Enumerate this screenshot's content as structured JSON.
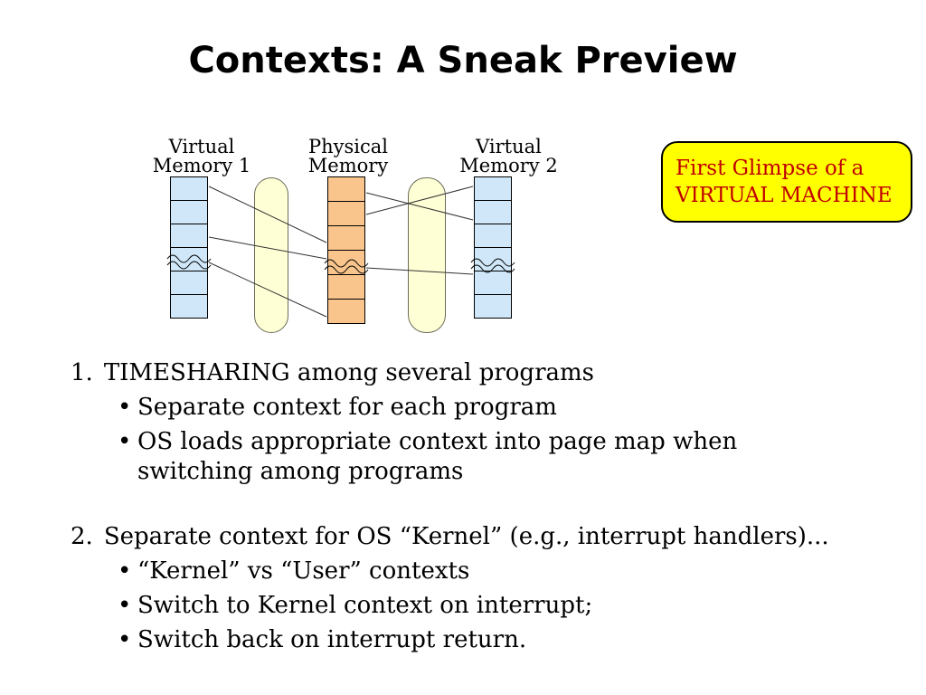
{
  "title": "Contexts: A Sneak Preview",
  "diagram": {
    "columns": [
      {
        "label_line1": "Virtual",
        "label_line2": "Memory 1"
      },
      {
        "label_line1": "Physical",
        "label_line2": "Memory"
      },
      {
        "label_line1": "Virtual",
        "label_line2": "Memory 2"
      }
    ],
    "colors": {
      "virtual_memory_cell": "#cfe7f8",
      "physical_memory_cell": "#f9c58d",
      "page_map_capsule": "#ffffd6"
    }
  },
  "callout": {
    "line1": "First Glimpse of a",
    "line2": "VIRTUAL MACHINE",
    "text_color": "#c00000",
    "background_color": "#ffff00"
  },
  "list": {
    "bullet_char": "•",
    "item1": {
      "number": "1.",
      "text": "TIMESHARING among several programs",
      "bullets": [
        "Separate context for each program",
        "OS loads appropriate context into page map when switching among programs"
      ]
    },
    "item2": {
      "number": "2.",
      "text": "Separate context for OS “Kernel” (e.g., interrupt handlers)...",
      "bullets": [
        "“Kernel” vs “User” contexts",
        "Switch to Kernel context on interrupt;",
        "Switch back on interrupt return."
      ]
    }
  }
}
